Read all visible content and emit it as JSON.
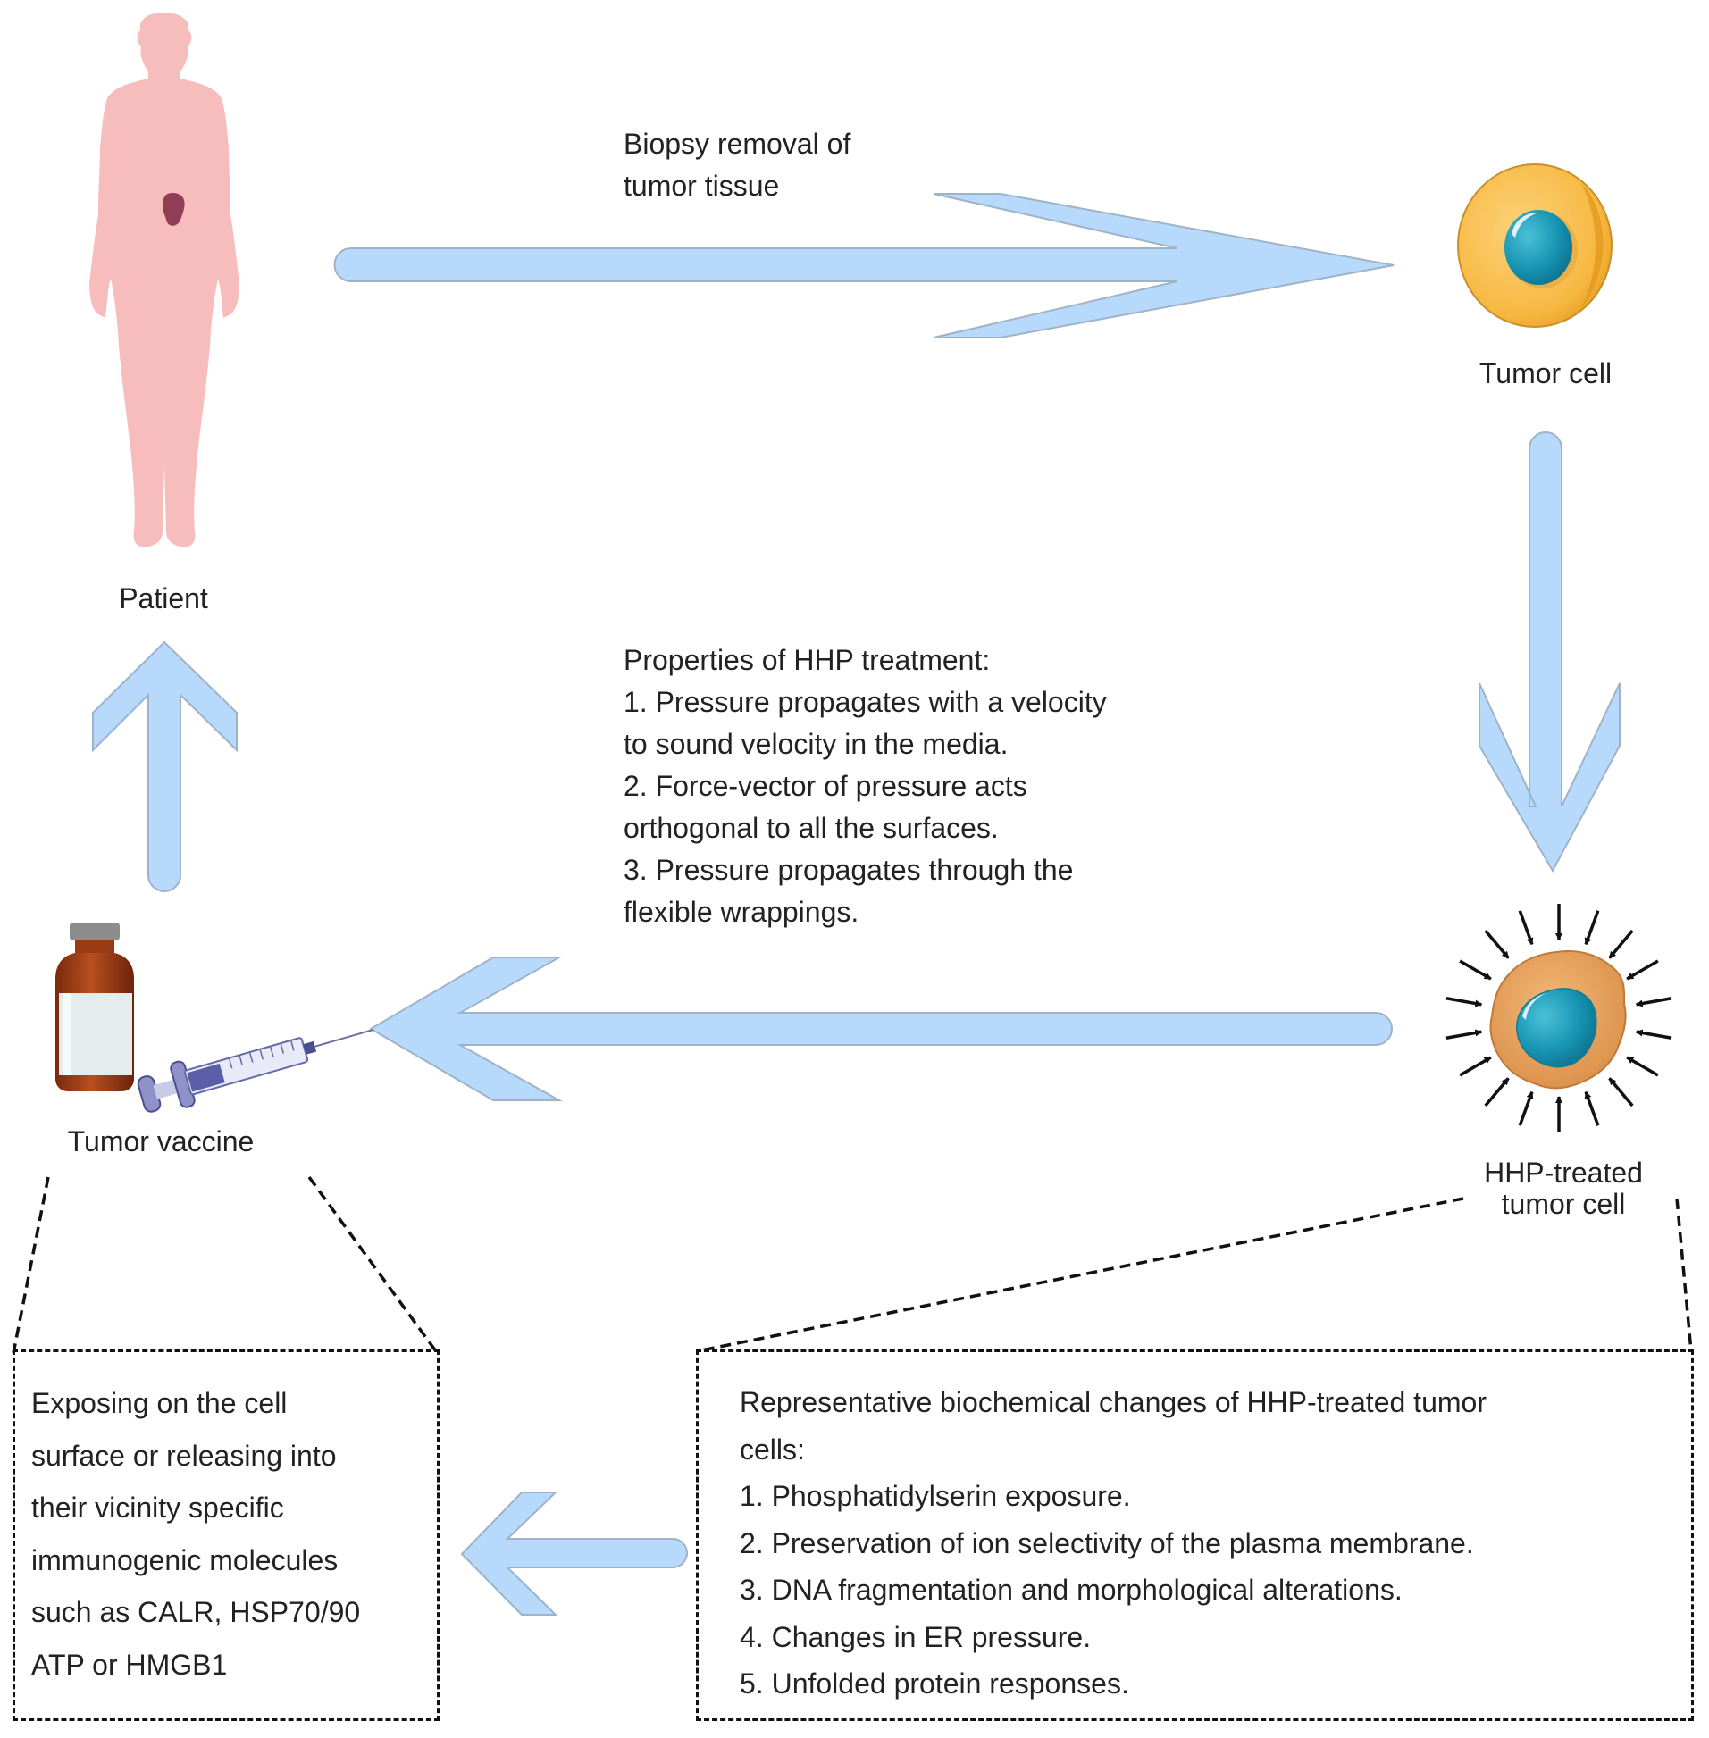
{
  "figure": {
    "nodes": {
      "patient": {
        "label": "Patient",
        "icon": "human-body-icon"
      },
      "tumor_cell": {
        "label": "Tumor cell",
        "icon": "tumor-cell-icon"
      },
      "hhp_cell": {
        "label_lines": [
          "HHP-treated",
          "tumor cell"
        ],
        "icon": "pressurized-cell-icon"
      },
      "vaccine": {
        "label": "Tumor vaccine",
        "icon": "vial-syringe-icon"
      }
    },
    "arrows": {
      "biopsy": {
        "label_lines": [
          "Biopsy removal of",
          "tumor tissue"
        ],
        "from": "Patient",
        "to": "Tumor cell"
      },
      "treatment": {
        "from": "Tumor cell",
        "to": "HHP-treated tumor cell"
      },
      "vaccine_prep": {
        "from": "HHP-treated tumor cell",
        "to": "Tumor vaccine"
      },
      "administer": {
        "from": "Tumor vaccine",
        "to": "Patient"
      }
    },
    "hhp_properties": {
      "lines": [
        "Properties of HHP treatment:",
        "1. Pressure propagates with a velocity",
        "to sound velocity in the media.",
        "2. Force-vector of pressure acts",
        "orthogonal to all the surfaces.",
        "3.  Pressure propagates through the",
        "flexible wrappings."
      ]
    },
    "immunogenic_box": {
      "lines": [
        "Exposing on the cell",
        "surface or releasing into",
        "their vicinity specific",
        "immunogenic molecules",
        "such as CALR, HSP70/90",
        "ATP or HMGB1"
      ]
    },
    "biochemical_box": {
      "lines": [
        "Representative biochemical changes of HHP-treated tumor",
        "cells:",
        "1. Phosphatidylserin exposure.",
        "2. Preservation of ion selectivity of the plasma membrane.",
        "3.  DNA fragmentation and morphological alterations.",
        "4.  Changes in ER pressure.",
        "5.  Unfolded protein responses."
      ]
    },
    "colors": {
      "arrow_fill": "#b7d9fb",
      "arrow_stroke": "#9fb3c6",
      "body": "#f7bcbc",
      "organ": "#8f3e55",
      "cell_outer": "#f6b33d",
      "nucleus": "#1696b4",
      "hhp_cell": "#e8a35c"
    }
  }
}
